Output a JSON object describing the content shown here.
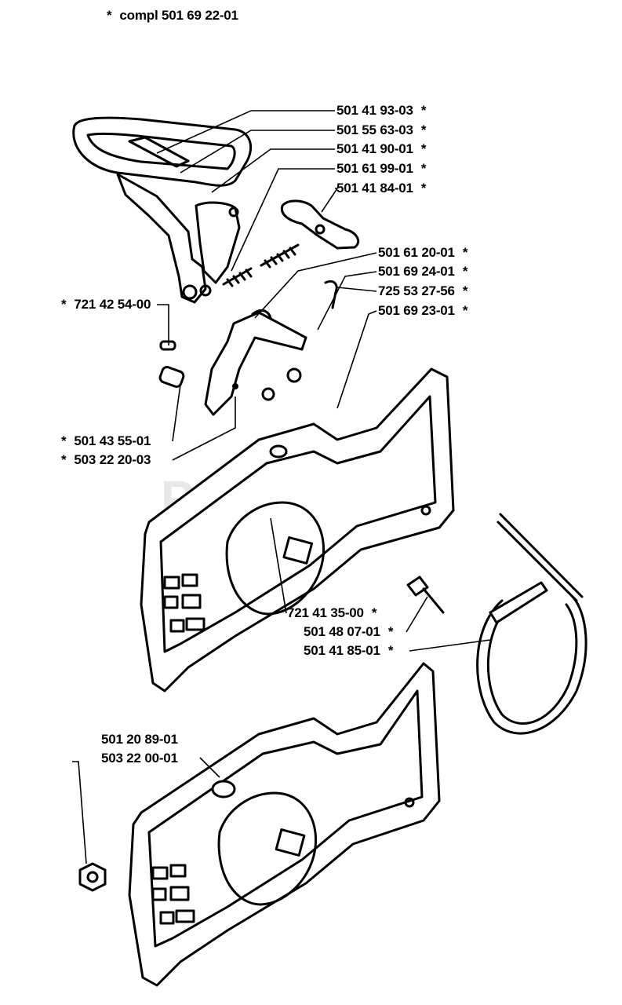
{
  "header": {
    "compl_prefix": "*",
    "compl_text": "compl 501 69 22-01"
  },
  "watermark": {
    "text": "PartsTree",
    "tm": "™"
  },
  "labels": {
    "p1": {
      "num": "501 41 93-03",
      "mark": "*"
    },
    "p2": {
      "num": "501 55 63-03",
      "mark": "*"
    },
    "p3": {
      "num": "501 41 90-01",
      "mark": "*"
    },
    "p4": {
      "num": "501 61 99-01",
      "mark": "*"
    },
    "p5": {
      "num": "501 41 84-01",
      "mark": "*"
    },
    "p6": {
      "num": "501 61 20-01",
      "mark": "*"
    },
    "p7": {
      "num": "501 69 24-01",
      "mark": "*"
    },
    "p8": {
      "num": "725 53 27-56",
      "mark": "*"
    },
    "p9": {
      "num": "501 69 23-01",
      "mark": "*"
    },
    "p10": {
      "num": "721 42 54-00",
      "mark": "*"
    },
    "p11": {
      "num": "501 43 55-01",
      "mark": "*"
    },
    "p12": {
      "num": "503 22 20-03",
      "mark": "*"
    },
    "p13": {
      "num": "721 41 35-00",
      "mark": "*"
    },
    "p14": {
      "num": "501 48 07-01",
      "mark": "*"
    },
    "p15": {
      "num": "501 41 85-01",
      "mark": "*"
    },
    "p16": {
      "num": "501 20 89-01"
    },
    "p17": {
      "num": "503 22 00-01"
    }
  }
}
